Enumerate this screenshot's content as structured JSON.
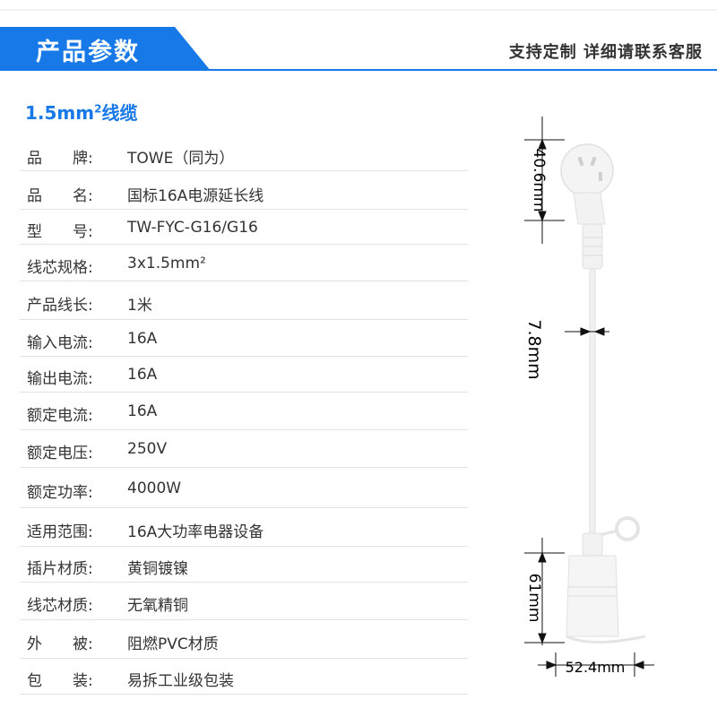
{
  "header": {
    "title": "产品参数",
    "right_text": "支持定制  详细请联系客服"
  },
  "subtitle": {
    "text": "1.5mm",
    "sup": "2",
    "suffix": "线缆"
  },
  "specs": [
    {
      "key": "品　　牌:",
      "value": "TOWE（同为）"
    },
    {
      "key": "品　　名:",
      "value": "国标16A电源延长线"
    },
    {
      "key": "型　　号:",
      "value": "TW-FYC-G16/G16"
    },
    {
      "key": "线芯规格:",
      "value": "3x1.5mm²"
    },
    {
      "key": "产品线长:",
      "value": "1米"
    },
    {
      "key": "输入电流:",
      "value": "16A"
    },
    {
      "key": "输出电流:",
      "value": "16A"
    },
    {
      "key": "额定电流:",
      "value": "16A"
    },
    {
      "key": "额定电压:",
      "value": "250V"
    },
    {
      "key": "额定功率:",
      "value": "4000W"
    },
    {
      "key": "适用范围:",
      "value": "16A大功率电器设备"
    },
    {
      "key": "插片材质:",
      "value": "黄铜镀镍"
    },
    {
      "key": "线芯材质:",
      "value": "无氧精铜"
    },
    {
      "key": "外　　被:",
      "value": "阻燃PVC材质"
    },
    {
      "key": "包　　装:",
      "value": "易拆工业级包装"
    }
  ],
  "dimensions": {
    "plug_height": "40.6mm",
    "cable_diameter": "7.8mm",
    "socket_height": "61mm",
    "socket_width": "52.4mm"
  }
}
